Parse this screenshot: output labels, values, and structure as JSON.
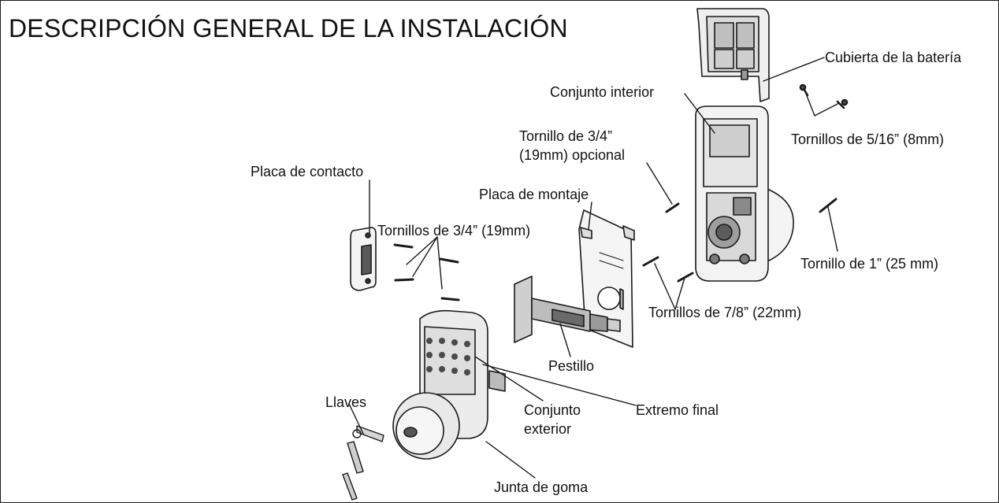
{
  "title": "DESCRIPCIÓN GENERAL DE LA INSTALACIÓN",
  "labels": {
    "battery_cover": "Cubierta de la batería",
    "interior_assembly": "Conjunto interior",
    "screw_34_optional_line1": "Tornillo de 3/4”",
    "screw_34_optional_line2": "(19mm) opcional",
    "screws_516": "Tornillos de 5/16” (8mm)",
    "contact_plate": "Placa de contacto",
    "mounting_plate": "Placa de montaje",
    "screws_34": "Tornillos de 3/4” (19mm)",
    "screw_1in": "Tornillo de 1” (25 mm)",
    "screws_78": "Tornillos de 7/8” (22mm)",
    "latch": "Pestillo",
    "keys": "Llaves",
    "exterior_assembly_line1": "Conjunto",
    "exterior_assembly_line2": "exterior",
    "tailpiece": "Extremo final",
    "rubber_gasket": "Junta de goma"
  },
  "colors": {
    "line": "#1a1a1a",
    "part_fill": "#f2f2f2",
    "part_shade": "#bdbdbd"
  }
}
